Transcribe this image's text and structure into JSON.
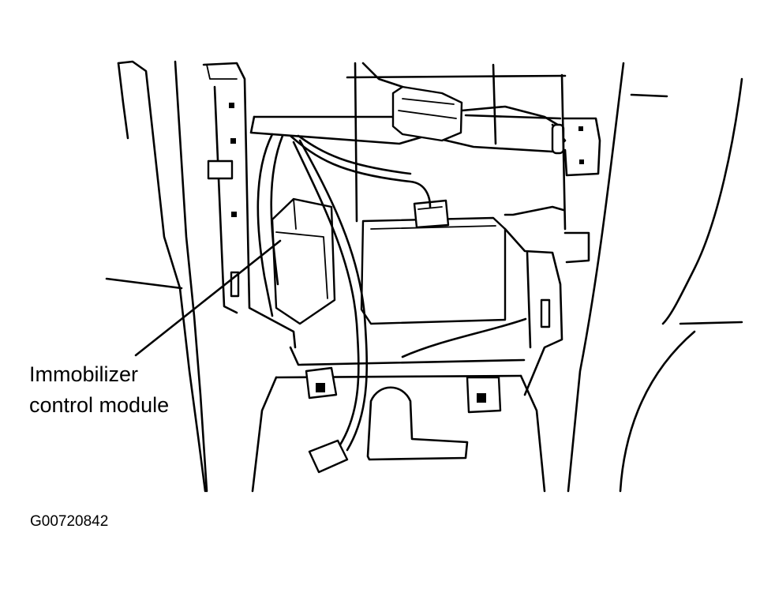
{
  "diagram": {
    "callout": {
      "line1": "Immobilizer",
      "line2": "control module"
    },
    "figure_id": "G00720842"
  }
}
